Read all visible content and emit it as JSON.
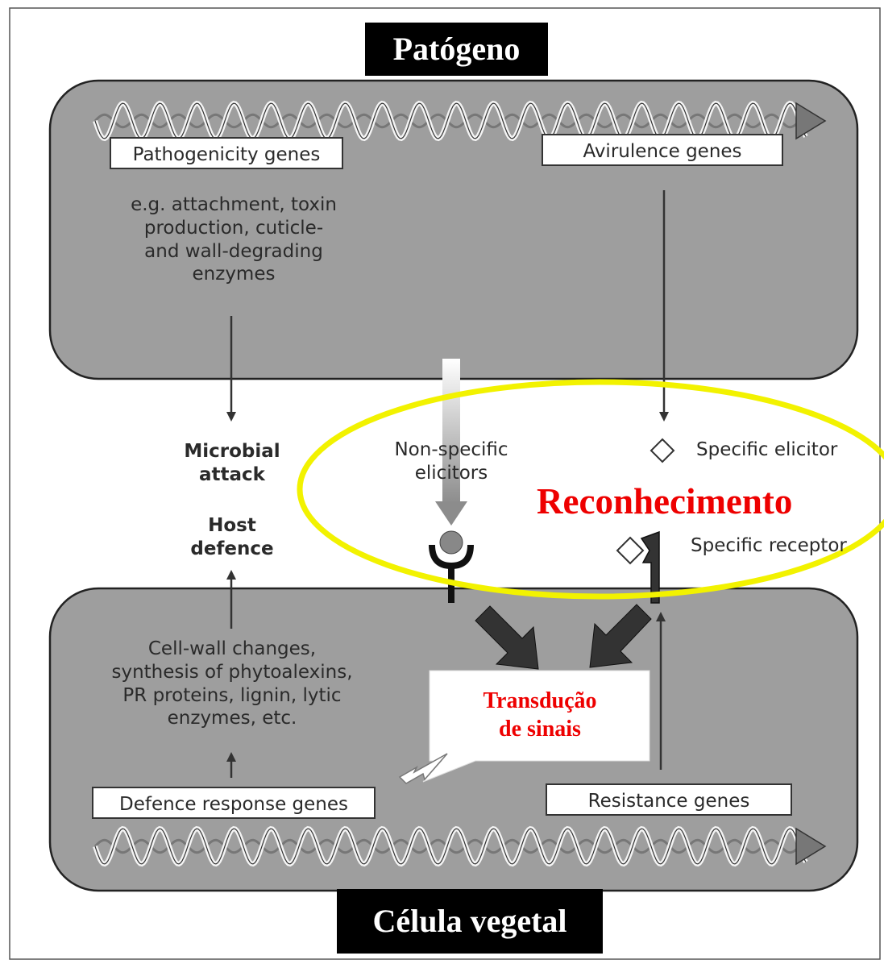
{
  "header_label": "Patógeno",
  "footer_label": "Célula vegetal",
  "pathogen": {
    "pathogenicity_genes": "Pathogenicity genes",
    "avirulence_genes": "Avirulence genes",
    "pathogenicity_examples": [
      "e.g. attachment, toxin",
      "production, cuticle-",
      "and wall-degrading",
      "enzymes"
    ]
  },
  "middle": {
    "microbial_attack": [
      "Microbial",
      "attack"
    ],
    "host_defence": [
      "Host",
      "defence"
    ],
    "non_specific_elicitors": [
      "Non-specific",
      "elicitors"
    ],
    "specific_elicitor": "Specific elicitor",
    "specific_receptor": "Specific receptor",
    "recognition": "Reconhecimento"
  },
  "plant": {
    "defence_responses": [
      "Cell-wall changes,",
      "synthesis of phytoalexins,",
      "PR proteins, lignin, lytic",
      "enzymes, etc."
    ],
    "defence_response_genes": "Defence response genes",
    "resistance_genes": "Resistance genes",
    "signal_transduction": [
      "Transdução",
      "de sinais"
    ]
  },
  "colors": {
    "panel_fill": "#9e9e9e",
    "highlight_ellipse": "#f2f200",
    "accent_red": "#ee0000",
    "arrow_dark": "#333333"
  }
}
